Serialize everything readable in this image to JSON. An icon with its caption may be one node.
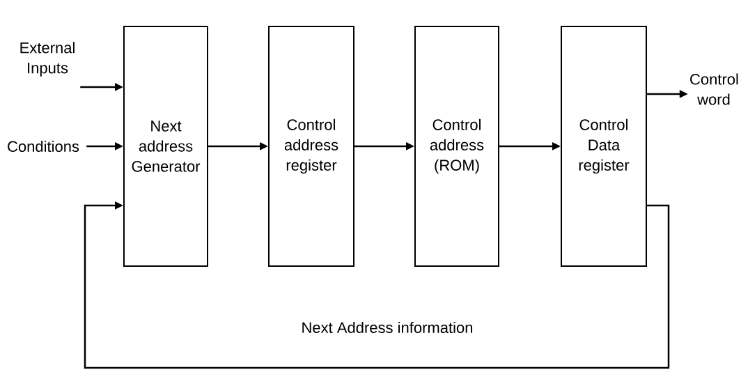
{
  "diagram": {
    "nodes": [
      {
        "text": [
          "External Inputs"
        ]
      },
      {
        "text": [
          "Conditions"
        ]
      },
      {
        "text": [
          "Next address Generator"
        ]
      },
      {
        "text": [
          "Control address register"
        ]
      },
      {
        "text": [
          "Control address (ROM)"
        ]
      },
      {
        "text": [
          "Control Data register"
        ]
      },
      {
        "text": [
          "Control word"
        ]
      }
    ],
    "edges": [
      {
        "from": 0,
        "to": 2,
        "arrow": "to"
      },
      {
        "from": 1,
        "to": 2,
        "arrow": "to"
      },
      {
        "from": 2,
        "to": 3,
        "arrow": "to"
      },
      {
        "from": 3,
        "to": 4,
        "arrow": "to"
      },
      {
        "from": 4,
        "to": 5,
        "arrow": "to"
      },
      {
        "from": 5,
        "to": 6,
        "arrow": "to"
      },
      {
        "from": 5,
        "to": 2,
        "arrow": "to",
        "label": "Next Address information"
      }
    ]
  }
}
